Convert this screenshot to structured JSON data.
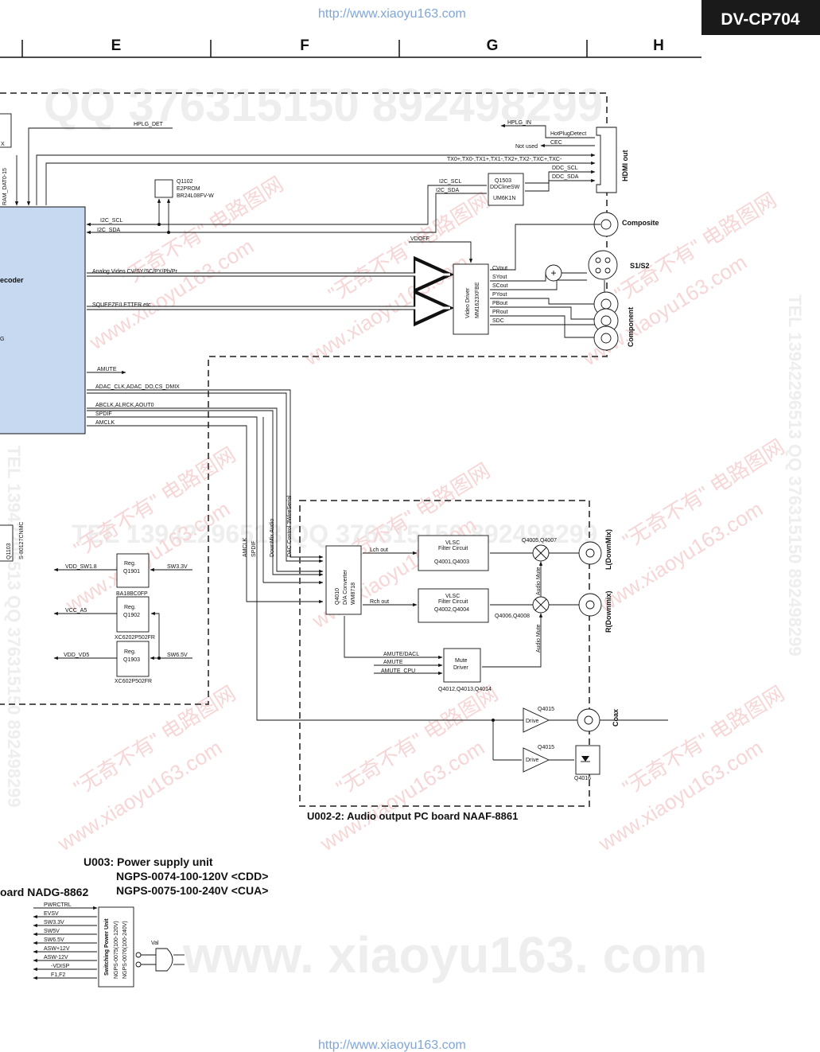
{
  "header": {
    "model": "DV-CP704",
    "url_top": "http://www.xiaoyu163.com",
    "url_bottom": "http://www.xiaoyu163.com",
    "columns": [
      "E",
      "F",
      "G",
      "H"
    ]
  },
  "watermarks": {
    "qq": "QQ 376315150    892498299",
    "tel": "TEL 13942296513    QQ 376315150   892498299",
    "tel_mid": "TEL 13942296513   QQ 376315150   892498299",
    "site": "www. xiaoyu163. com",
    "red1": "\"无奇不有\" 电路图网",
    "red2": "www.xiaoyu163.com"
  },
  "decoder": {
    "name": "ecoder",
    "partial_g": "G",
    "side_label": "RAM_DAT0-15",
    "x_label": "X"
  },
  "signals": {
    "hplg_det": "HPLG_DET",
    "i2c_scl": "I2C_SCL",
    "i2c_sda": "I2C_SDA",
    "analog_video": "Analog Video CV/SY/SC/PY/Pb/Pr",
    "squeeze": "SQUEEZE/LETTER etc",
    "amute": "AMUTE",
    "adac": "ADAC_CLK,ADAC_DO,CS_DMIX",
    "abclk": "ABCLK,ALRCK,AOUT0",
    "spdif": "SPDIF",
    "amclk": "AMCLK",
    "vdoff": "VDOFF",
    "hplg_in": "HPLG_IN",
    "hotplug": "HotPlugDetect",
    "cec": "CEC",
    "not_used": "Not used",
    "tmds": "TX0+,TX0-,TX1+,TX1-,TX2+,TX2-,TXC+,TXC-",
    "ddc_scl": "DDC_SCL",
    "ddc_sda": "DDC_SDA",
    "i2c_scl2": "I2C_SCL",
    "i2c_sda2": "I2C_SDA",
    "cvout": "CVout",
    "syout": "SYout",
    "scout": "SCout",
    "pyout": "PYout",
    "pbout": "PBout",
    "prout": "PRout",
    "sdc": "SDC",
    "lch_out": "Lch out",
    "rch_out": "Rch out",
    "amute_dacl": "AMUTE/DACL",
    "amute2": "AMUTE",
    "amute_cpu": "AMUTE_CPU",
    "audio_mute": "Audio Mute",
    "vert_amclk": "AMCLK",
    "vert_spdif": "SPDIF",
    "vert_dmix": "DownMix Audio",
    "vert_dac": "DAC Control 3WireSerial"
  },
  "components": {
    "q1102": [
      "Q1102",
      "E2PROM",
      "BR24L08FV-W"
    ],
    "q1503": [
      "Q1503",
      "DDClineSW",
      "UM6K1N"
    ],
    "video_driver": [
      "Video Driver",
      "MM1623XFBE"
    ],
    "q1103": [
      "Q1103",
      "S-80127CNMC"
    ],
    "reg1": [
      "Reg.",
      "Q1901",
      "BA18BC0FP",
      "VDD_SW1.8",
      "SW3.3V"
    ],
    "reg2": [
      "Reg.",
      "Q1902",
      "XC6202P502FR",
      "VCC_A5"
    ],
    "reg3": [
      "Reg.",
      "Q1903",
      "XC602P502FR",
      "VDD_VD5",
      "SW6.5V"
    ],
    "dac": [
      "Q4010",
      "D/A Converter",
      "WM8718"
    ],
    "vlsc1": [
      "VLSC",
      "Filter Circuit",
      "Q4001,Q4003"
    ],
    "vlsc2": [
      "VLSC",
      "Filter Circuit",
      "Q4002,Q4004"
    ],
    "mute": [
      "Mute",
      "Driver",
      "Q4012,Q4013,Q4014"
    ],
    "q_mix1": "Q4005,Q4007",
    "q_mix2": "Q4006,Q4008",
    "drive1": [
      "Q4015",
      "Drive"
    ],
    "drive2": [
      "Q4015",
      "Drive"
    ],
    "q4016": "Q4016"
  },
  "outputs": {
    "hdmi": "HDMI out",
    "composite": "Composite",
    "s1s2": "S1/S2",
    "component": "Component",
    "l_downmix": "L(DownMix)",
    "r_downmix": "R(Downmix)",
    "coax": "Coax"
  },
  "boards": {
    "audio_board": "U002-2: Audio output PC board NAAF-8861",
    "power_title": "U003: Power supply unit",
    "power_cdd": "NGPS-0074-100-120V <CDD>",
    "power_cua": "NGPS-0075-100-240V <CUA>",
    "left_board": "oard NADG-8862"
  },
  "power_unit": {
    "label": "Switching Power Unit",
    "model1": "NGPS-0075(100-120V)",
    "model2": "NGPS-0076(100-240V)",
    "val": "Val",
    "rails": [
      "PWRCTRL",
      "EVSV",
      "SW3.3V",
      "SW5V",
      "SW6.5V",
      "ASW+12V",
      "ASW-12V",
      "-VDISP",
      "F1,F2"
    ]
  }
}
